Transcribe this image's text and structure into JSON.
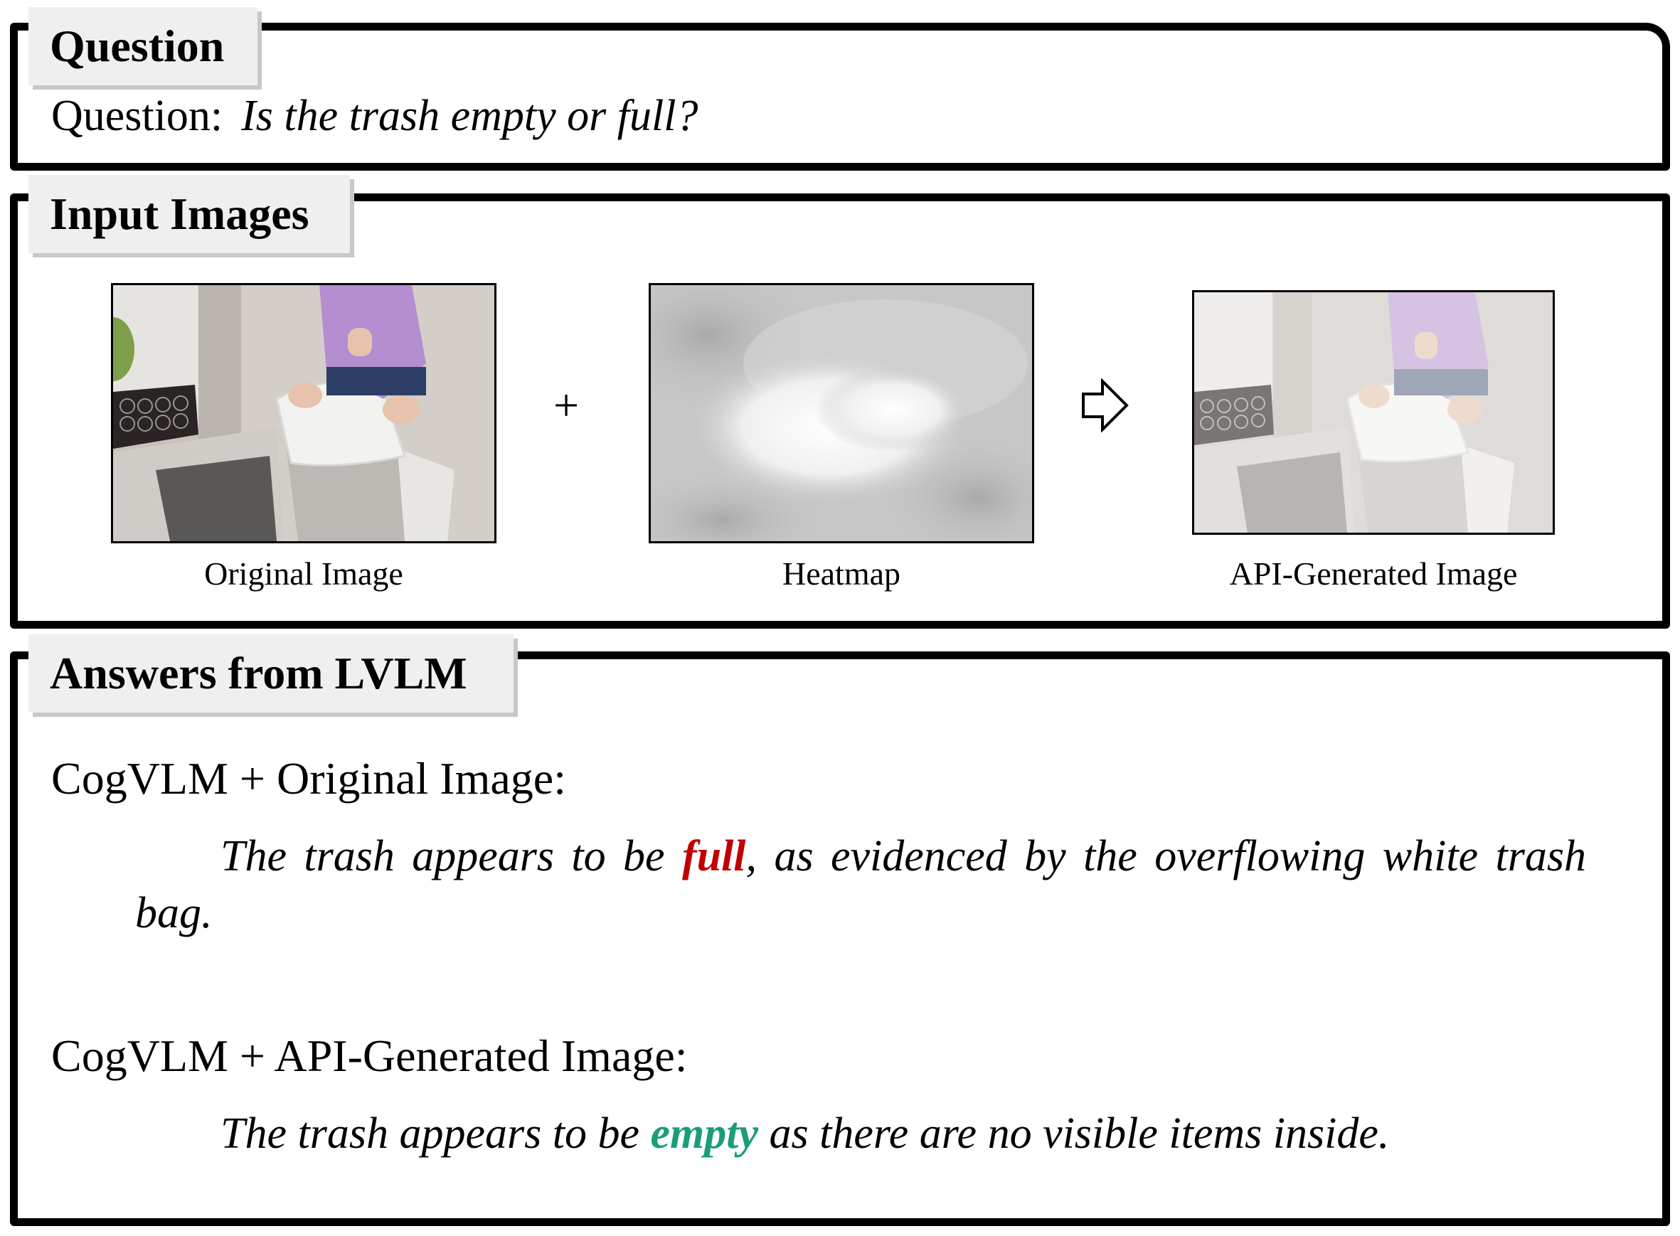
{
  "question_panel": {
    "tab_label": "Question",
    "prefix": "Question:",
    "text": "Is the trash empty or full?"
  },
  "input_panel": {
    "tab_label": "Input Images",
    "plus_symbol": "+",
    "arrow_icon": "hollow-right-arrow-icon",
    "images": [
      {
        "caption": "Original Image"
      },
      {
        "caption": "Heatmap"
      },
      {
        "caption": "API-Generated Image"
      }
    ]
  },
  "answers_panel": {
    "tab_label": "Answers from LVLM",
    "entries": [
      {
        "model": "CogVLM + Original Image:",
        "answer_before": "The trash appears to be ",
        "answer_keyword": "full",
        "answer_after": ", as evidenced by the overflowing white trash bag.",
        "keyword_color": "#c00000"
      },
      {
        "model": "CogVLM + API-Generated Image:",
        "answer_before": "The trash appears to be ",
        "answer_keyword": "empty",
        "answer_after": " as there are no visible items inside.",
        "keyword_color": "#1a9e77"
      }
    ]
  }
}
